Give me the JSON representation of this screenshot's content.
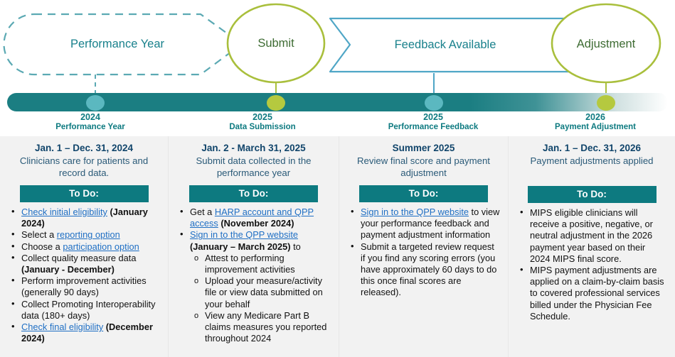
{
  "graphic": {
    "stages": [
      {
        "id": "performance-year",
        "label": "Performance Year",
        "shape": "dashed-arrow",
        "color": "#5ba9b3",
        "text_color": "#19818c"
      },
      {
        "id": "submit",
        "label": "Submit",
        "shape": "ellipse",
        "color": "#a9bf3c",
        "text_color": "#3d6b32"
      },
      {
        "id": "feedback-available",
        "label": "Feedback Available",
        "shape": "chevron-flag",
        "color": "#4fa6c6",
        "text_color": "#19818c"
      },
      {
        "id": "adjustment",
        "label": "Adjustment",
        "shape": "ellipse",
        "color": "#a9bf3c",
        "text_color": "#3d6b32"
      }
    ],
    "bar": {
      "color": "#1b7e82",
      "fade_to": "#ffffff"
    },
    "ticks": [
      {
        "year": "2024",
        "name": "Performance Year",
        "dot_color": "#5bb8c0"
      },
      {
        "year": "2025",
        "name": "Data Submission",
        "dot_color": "#b5c93f"
      },
      {
        "year": "2025",
        "name": "Performance Feedback",
        "dot_color": "#5bb8c0"
      },
      {
        "year": "2026",
        "name": "Payment Adjustment",
        "dot_color": "#b5c93f"
      }
    ]
  },
  "colors": {
    "teal": "#0d7a80",
    "dark_teal": "#1b7e82",
    "olive": "#a9bf3c",
    "light_blue": "#4fa6c6",
    "link_blue": "#1f6fc4",
    "heading_navy": "#11456b",
    "panel_bg": "#f2f2f2"
  },
  "columns": [
    {
      "date": "Jan. 1 – Dec. 31, 2024",
      "description": "Clinicians care for patients and record data.",
      "todo_label": "To Do:",
      "items": [
        {
          "parts": [
            {
              "t": "Check initial eligibility",
              "s": "link"
            },
            {
              "t": " ",
              "s": "plain"
            },
            {
              "t": "(January 2024)",
              "s": "bold"
            }
          ]
        },
        {
          "parts": [
            {
              "t": "Select a ",
              "s": "plain"
            },
            {
              "t": "reporting option",
              "s": "link"
            }
          ]
        },
        {
          "parts": [
            {
              "t": "Choose a ",
              "s": "plain"
            },
            {
              "t": "participation option",
              "s": "link"
            }
          ]
        },
        {
          "parts": [
            {
              "t": "Collect quality measure data ",
              "s": "plain"
            },
            {
              "t": "(January - December)",
              "s": "bold"
            }
          ]
        },
        {
          "parts": [
            {
              "t": "Perform improvement activities (generally 90 days)",
              "s": "plain"
            }
          ]
        },
        {
          "parts": [
            {
              "t": "Collect Promoting Interoperability data (180+ days)",
              "s": "plain"
            }
          ]
        },
        {
          "parts": [
            {
              "t": "Check final eligibility",
              "s": "link"
            },
            {
              "t": " ",
              "s": "plain"
            },
            {
              "t": "(December 2024)",
              "s": "bold"
            }
          ]
        }
      ]
    },
    {
      "date": "Jan. 2 - March 31, 2025",
      "description": "Submit data collected in the performance year",
      "todo_label": "To Do:",
      "items": [
        {
          "parts": [
            {
              "t": "Get a ",
              "s": "plain"
            },
            {
              "t": "HARP account and QPP access",
              "s": "link"
            },
            {
              "t": " ",
              "s": "plain"
            },
            {
              "t": "(November 2024)",
              "s": "bold"
            }
          ]
        },
        {
          "parts": [
            {
              "t": "Sign in to the QPP website",
              "s": "link"
            },
            {
              "t": " ",
              "s": "plain"
            },
            {
              "t": "(January – March 2025)",
              "s": "bold"
            },
            {
              "t": " to",
              "s": "plain"
            }
          ],
          "sub": [
            "Attest to performing improvement activities",
            "Upload your measure/activity file or view data submitted on your behalf",
            "View any Medicare Part B claims measures you reported throughout 2024"
          ]
        }
      ]
    },
    {
      "date": "Summer 2025",
      "description": "Review final score and payment adjustment",
      "todo_label": "To Do:",
      "items": [
        {
          "parts": [
            {
              "t": "Sign in to the QPP website",
              "s": "link"
            },
            {
              "t": " to view your performance feedback and payment adjustment information",
              "s": "plain"
            }
          ]
        },
        {
          "parts": [
            {
              "t": "Submit a targeted review request if you find any scoring errors (you have approximately 60 days to do this once final scores are released).",
              "s": "plain"
            }
          ]
        }
      ]
    },
    {
      "date": "Jan. 1 – Dec. 31, 2026",
      "description": "Payment adjustments applied",
      "todo_label": "To Do:",
      "items": [
        {
          "parts": [
            {
              "t": "MIPS eligible clinicians will receive a positive, negative, or neutral adjustment in the 2026 payment year based on their 2024 MIPS final score.",
              "s": "plain"
            }
          ]
        },
        {
          "parts": [
            {
              "t": "MIPS payment adjustments are applied on a claim-by-claim basis to covered professional services billed under the Physician Fee Schedule.",
              "s": "plain"
            }
          ]
        }
      ]
    }
  ]
}
